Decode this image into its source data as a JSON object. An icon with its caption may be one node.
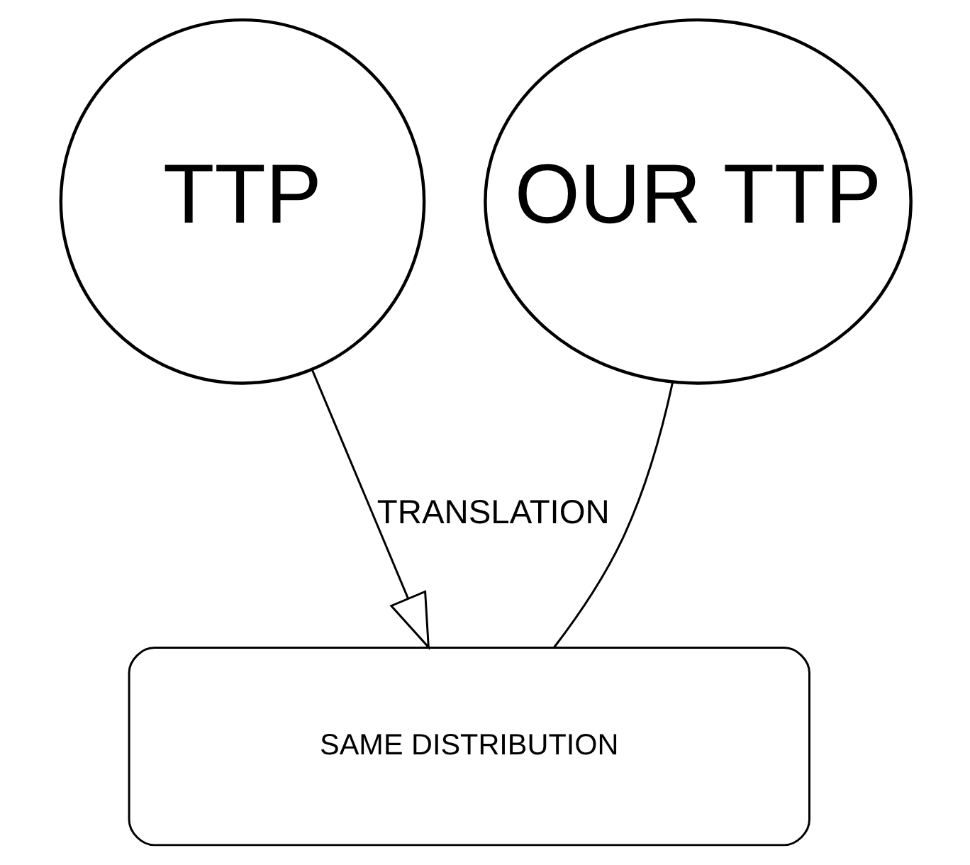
{
  "diagram": {
    "nodes": [
      {
        "text": [
          "TTP"
        ]
      },
      {
        "text": [
          "OUR TTP"
        ]
      },
      {
        "text": [
          "SAME DISTRIBUTION"
        ]
      }
    ],
    "edges": [
      {
        "from": 0,
        "to": 2,
        "arrow": "to",
        "label": "TRANSLATION"
      },
      {
        "from": 1,
        "to": 2,
        "arrow": "none"
      }
    ]
  }
}
